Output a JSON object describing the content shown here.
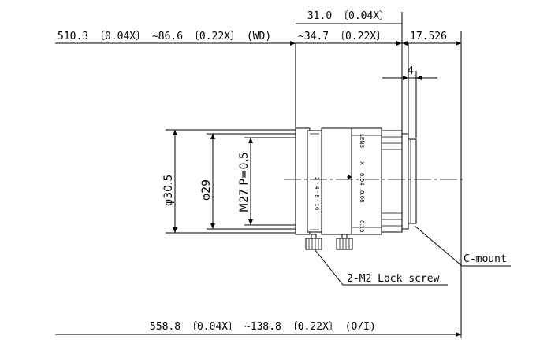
{
  "dimensions": {
    "top_flange": "31.0 〔0.04X〕",
    "top_left_wd": "510.3 〔0.04X〕 ~86.6 〔0.22X〕 (WD)",
    "top_mid": "~34.7 〔0.22X〕",
    "top_right": "17.526",
    "small_gap": "4",
    "outer_dia": "φ30.5",
    "inner_dia": "φ29",
    "thread": "M27 P=0.5",
    "bottom_oi": "558.8 〔0.04X〕 ~138.8 〔0.22X〕 (O/I)"
  },
  "callouts": {
    "mount": "C-mount",
    "lock_screw": "2-M2 Lock screw"
  },
  "lens_markings": {
    "focus_scale": "2 · 4 · 8 · 16",
    "brand": "LENS",
    "mag_x": "X",
    "mag_values": [
      "0.04",
      "0.08",
      "0.15"
    ]
  }
}
